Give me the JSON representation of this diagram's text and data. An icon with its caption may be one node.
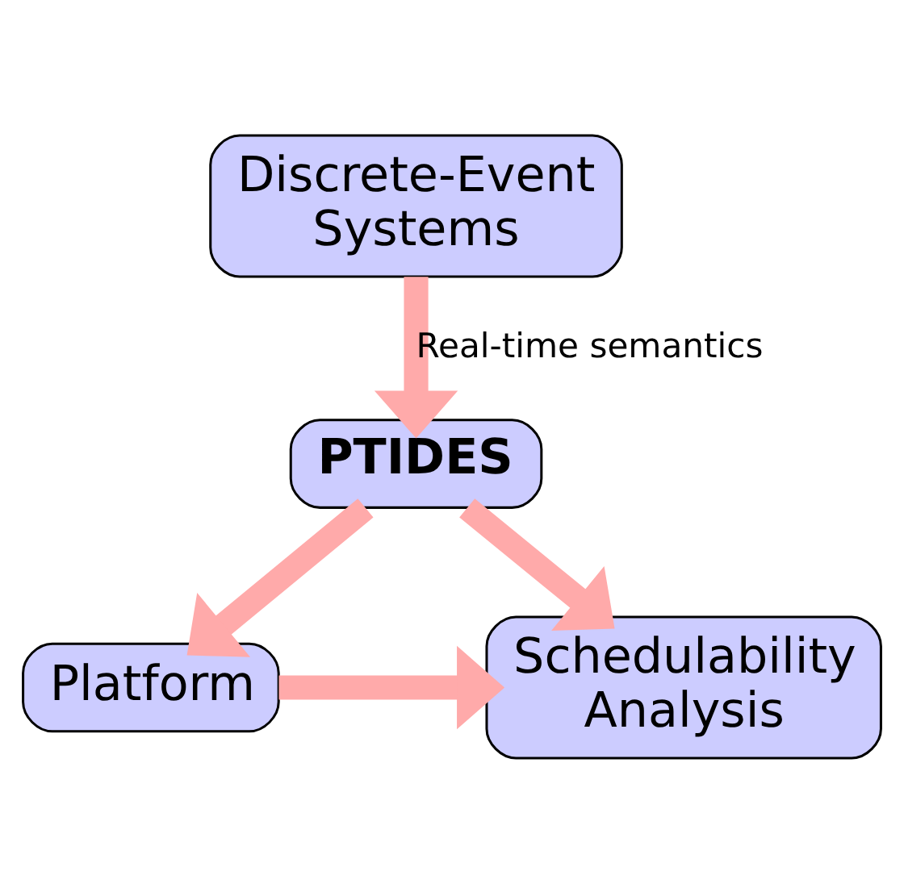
{
  "diagram": {
    "nodes": [
      {
        "text": [
          "Discrete-Event Systems"
        ]
      },
      {
        "text": [
          "PTIDES"
        ]
      },
      {
        "text": [
          "Platform"
        ]
      },
      {
        "text": [
          "Schedulability Analysis"
        ]
      }
    ],
    "edges": [
      {
        "from": 0,
        "to": 1,
        "arrow": "to",
        "label": "Real-time semantics"
      },
      {
        "from": 1,
        "to": 2,
        "arrow": "to"
      },
      {
        "from": 1,
        "to": 3,
        "arrow": "to"
      },
      {
        "from": 2,
        "to": 3,
        "arrow": "to"
      }
    ]
  }
}
